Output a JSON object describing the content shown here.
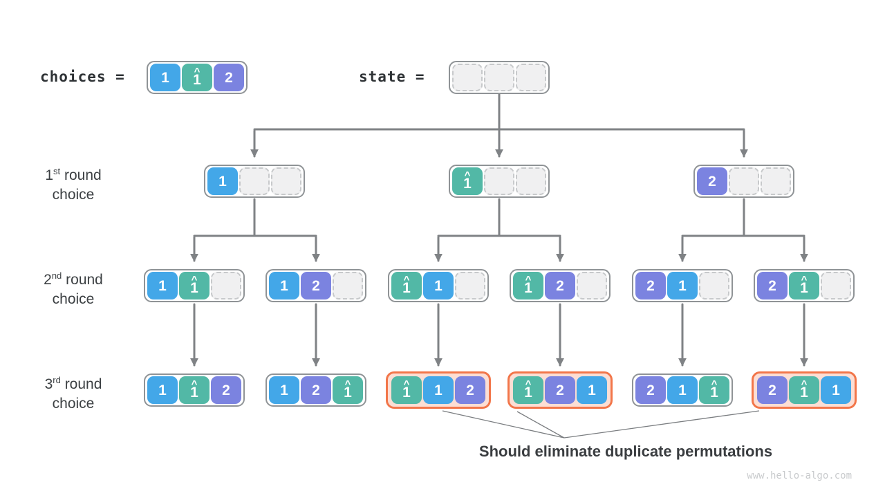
{
  "colors": {
    "blue": "#43a7e8",
    "teal": "#52b8a6",
    "purple": "#7b83e0",
    "dup_border": "#f2764a",
    "dup_bg": "#fcded4",
    "node_border": "#8f9396",
    "empty_bg": "#f0f0f1",
    "empty_border": "#c7c9cb",
    "line": "#7f8285"
  },
  "legend": {
    "choices_label": "choices =",
    "state_label": "state ="
  },
  "rows": [
    {
      "num": "1",
      "sup": "st",
      "word": "round",
      "line2": "choice"
    },
    {
      "num": "2",
      "sup": "nd",
      "word": "round",
      "line2": "choice"
    },
    {
      "num": "3",
      "sup": "rd",
      "word": "round",
      "line2": "choice"
    }
  ],
  "caption": "Should eliminate duplicate permutations",
  "watermark": "www.hello-algo.com",
  "tree": {
    "choices": {
      "cells": [
        {
          "v": "1",
          "c": "blue"
        },
        {
          "v": "1",
          "c": "teal",
          "hat": true
        },
        {
          "v": "2",
          "c": "purple"
        }
      ]
    },
    "state": {
      "cells": [
        null,
        null,
        null
      ]
    },
    "round1": [
      {
        "cells": [
          {
            "v": "1",
            "c": "blue"
          },
          null,
          null
        ]
      },
      {
        "cells": [
          {
            "v": "1",
            "c": "teal",
            "hat": true
          },
          null,
          null
        ]
      },
      {
        "cells": [
          {
            "v": "2",
            "c": "purple"
          },
          null,
          null
        ]
      }
    ],
    "round2": [
      {
        "cells": [
          {
            "v": "1",
            "c": "blue"
          },
          {
            "v": "1",
            "c": "teal",
            "hat": true
          },
          null
        ]
      },
      {
        "cells": [
          {
            "v": "1",
            "c": "blue"
          },
          {
            "v": "2",
            "c": "purple"
          },
          null
        ]
      },
      {
        "cells": [
          {
            "v": "1",
            "c": "teal",
            "hat": true
          },
          {
            "v": "1",
            "c": "blue"
          },
          null
        ]
      },
      {
        "cells": [
          {
            "v": "1",
            "c": "teal",
            "hat": true
          },
          {
            "v": "2",
            "c": "purple"
          },
          null
        ]
      },
      {
        "cells": [
          {
            "v": "2",
            "c": "purple"
          },
          {
            "v": "1",
            "c": "blue"
          },
          null
        ]
      },
      {
        "cells": [
          {
            "v": "2",
            "c": "purple"
          },
          {
            "v": "1",
            "c": "teal",
            "hat": true
          },
          null
        ]
      }
    ],
    "round3": [
      {
        "cells": [
          {
            "v": "1",
            "c": "blue"
          },
          {
            "v": "1",
            "c": "teal",
            "hat": true
          },
          {
            "v": "2",
            "c": "purple"
          }
        ]
      },
      {
        "cells": [
          {
            "v": "1",
            "c": "blue"
          },
          {
            "v": "2",
            "c": "purple"
          },
          {
            "v": "1",
            "c": "teal",
            "hat": true
          }
        ]
      },
      {
        "cells": [
          {
            "v": "1",
            "c": "teal",
            "hat": true
          },
          {
            "v": "1",
            "c": "blue"
          },
          {
            "v": "2",
            "c": "purple"
          }
        ],
        "dup": true
      },
      {
        "cells": [
          {
            "v": "1",
            "c": "teal",
            "hat": true
          },
          {
            "v": "2",
            "c": "purple"
          },
          {
            "v": "1",
            "c": "blue"
          }
        ],
        "dup": true
      },
      {
        "cells": [
          {
            "v": "2",
            "c": "purple"
          },
          {
            "v": "1",
            "c": "blue"
          },
          {
            "v": "1",
            "c": "teal",
            "hat": true
          }
        ]
      },
      {
        "cells": [
          {
            "v": "2",
            "c": "purple"
          },
          {
            "v": "1",
            "c": "teal",
            "hat": true
          },
          {
            "v": "1",
            "c": "blue"
          }
        ],
        "dup": true
      }
    ]
  }
}
